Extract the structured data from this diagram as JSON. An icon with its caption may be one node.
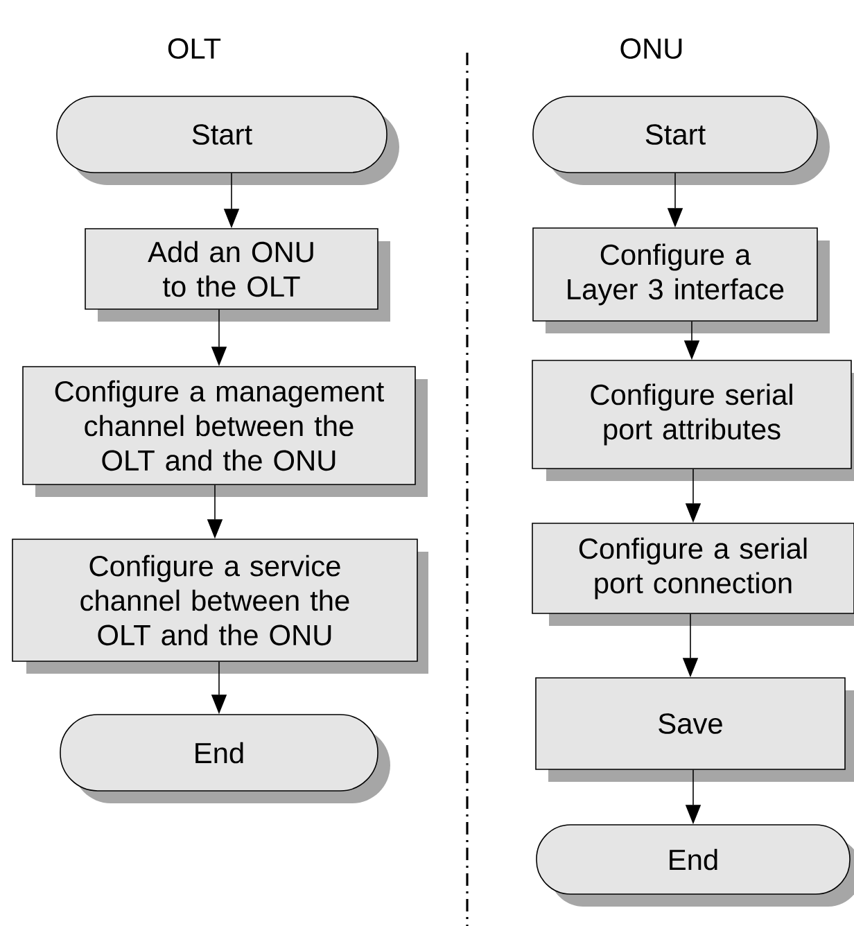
{
  "diagram": {
    "nodes": [
      {
        "text": [
          "Start"
        ]
      },
      {
        "text": [
          "Add an ONU to the OLT"
        ]
      },
      {
        "text": [
          "Configure a management channel between the OLT and the ONU"
        ]
      },
      {
        "text": [
          "Configure a service channel between the OLT and the ONU"
        ]
      },
      {
        "text": [
          "End"
        ]
      },
      {
        "text": [
          "Start"
        ]
      },
      {
        "text": [
          "Configure a Layer 3 interface"
        ]
      },
      {
        "text": [
          "Configure serial port attributes"
        ]
      },
      {
        "text": [
          "Configure a serial port connection"
        ]
      },
      {
        "text": [
          "Save"
        ]
      },
      {
        "text": [
          "End"
        ]
      }
    ],
    "edges": [
      {
        "from": 0,
        "to": 1,
        "arrow": "to"
      },
      {
        "from": 1,
        "to": 2,
        "arrow": "to"
      },
      {
        "from": 2,
        "to": 3,
        "arrow": "to"
      },
      {
        "from": 3,
        "to": 4,
        "arrow": "to"
      },
      {
        "from": 5,
        "to": 6,
        "arrow": "to"
      },
      {
        "from": 6,
        "to": 7,
        "arrow": "to"
      },
      {
        "from": 7,
        "to": 8,
        "arrow": "to"
      },
      {
        "from": 8,
        "to": 9,
        "arrow": "to"
      },
      {
        "from": 9,
        "to": 10,
        "arrow": "to"
      }
    ],
    "labels": [
      "OLT",
      "ONU"
    ]
  }
}
